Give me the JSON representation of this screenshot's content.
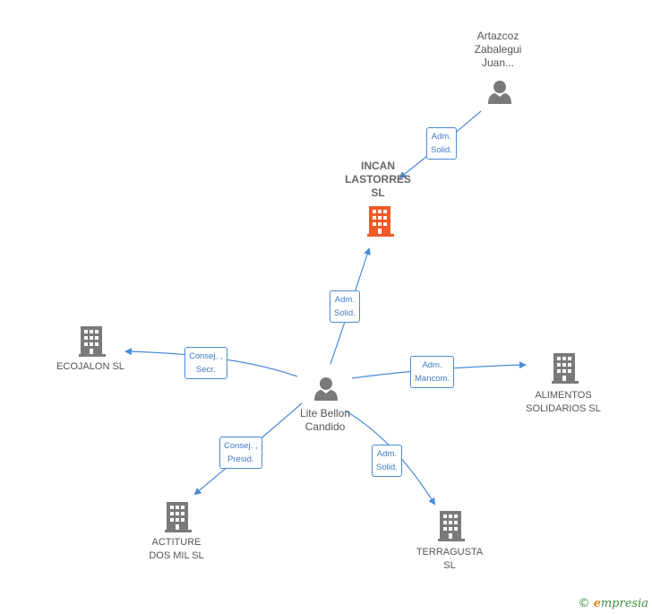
{
  "nodes": {
    "artazcoz": {
      "label_lines": [
        "Artazcoz",
        "Zabalegui",
        "Juan..."
      ],
      "icon": "person-icon"
    },
    "incan": {
      "label_lines": [
        "INCAN",
        "LASTORRES",
        "SL"
      ],
      "icon": "building-icon",
      "color": "#f05a28"
    },
    "lite": {
      "label_lines": [
        "Lite Bellon",
        "Candido"
      ],
      "icon": "person-icon"
    },
    "ecojalon": {
      "label_lines": [
        "ECOJALON  SL"
      ],
      "icon": "building-icon"
    },
    "alimentos": {
      "label_lines": [
        "ALIMENTOS",
        "SOLIDARIOS SL"
      ],
      "icon": "building-icon"
    },
    "actiture": {
      "label_lines": [
        "ACTITURE",
        "DOS MIL  SL"
      ],
      "icon": "building-icon"
    },
    "terragusta": {
      "label_lines": [
        "TERRAGUSTA",
        "SL"
      ],
      "icon": "building-icon"
    }
  },
  "edges": {
    "artazcoz_incan": {
      "lines": [
        "Adm.",
        "Solid."
      ]
    },
    "lite_incan": {
      "lines": [
        "Adm.",
        "Solid."
      ]
    },
    "lite_ecojalon": {
      "lines": [
        "Consej. ,",
        "Secr."
      ]
    },
    "lite_alimentos": {
      "lines": [
        "Adm.",
        "Mancom."
      ]
    },
    "lite_actiture": {
      "lines": [
        "Consej. ,",
        "Presid."
      ]
    },
    "lite_terragusta": {
      "lines": [
        "Adm.",
        "Solid."
      ]
    }
  },
  "colors": {
    "edge": "#4a8bd6",
    "icon_gray": "#7a7a7a",
    "focus": "#f05a28"
  },
  "footer": {
    "copyright": "©",
    "brand_initial": "e",
    "brand_rest": "mpresia"
  }
}
